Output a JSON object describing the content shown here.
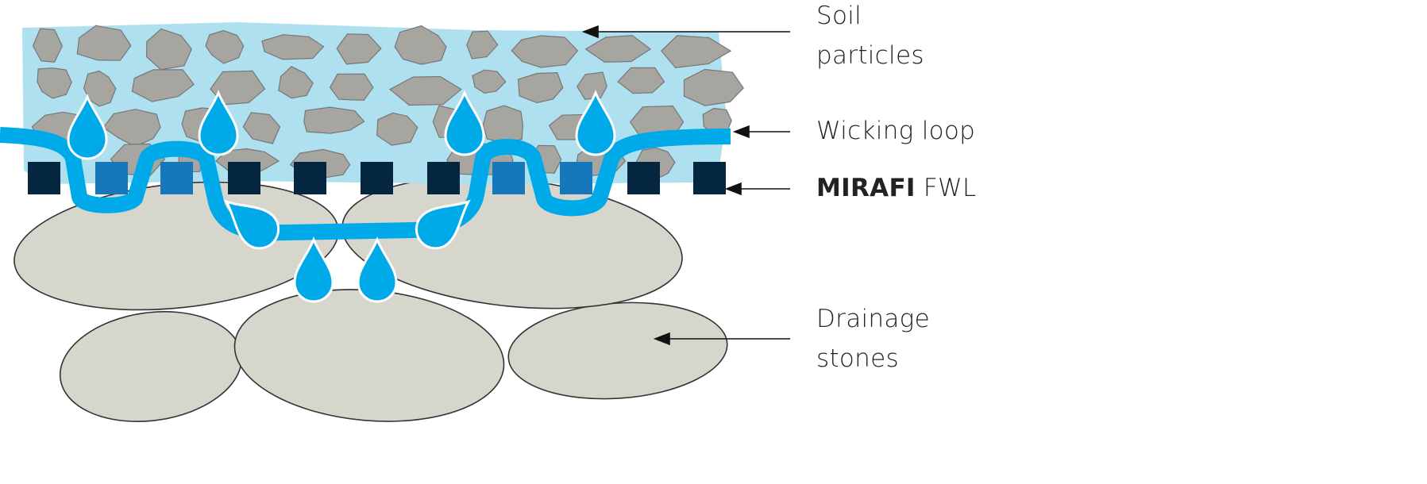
{
  "labels": {
    "soil": [
      "Soil",
      "particles"
    ],
    "wicking": "Wicking loop",
    "fabric_brand": "MIRAFI",
    "fabric_model": "FWL",
    "drainage": [
      "Drainage",
      "stones"
    ]
  },
  "colors": {
    "soil_water": "#aee0f0",
    "soil_particle": "#a7a5a0",
    "drainage_stone": "#d6d6cc",
    "wicking": "#00a9e8",
    "fabric_dark": "#05263f",
    "fabric_blue": "#1777bb"
  }
}
